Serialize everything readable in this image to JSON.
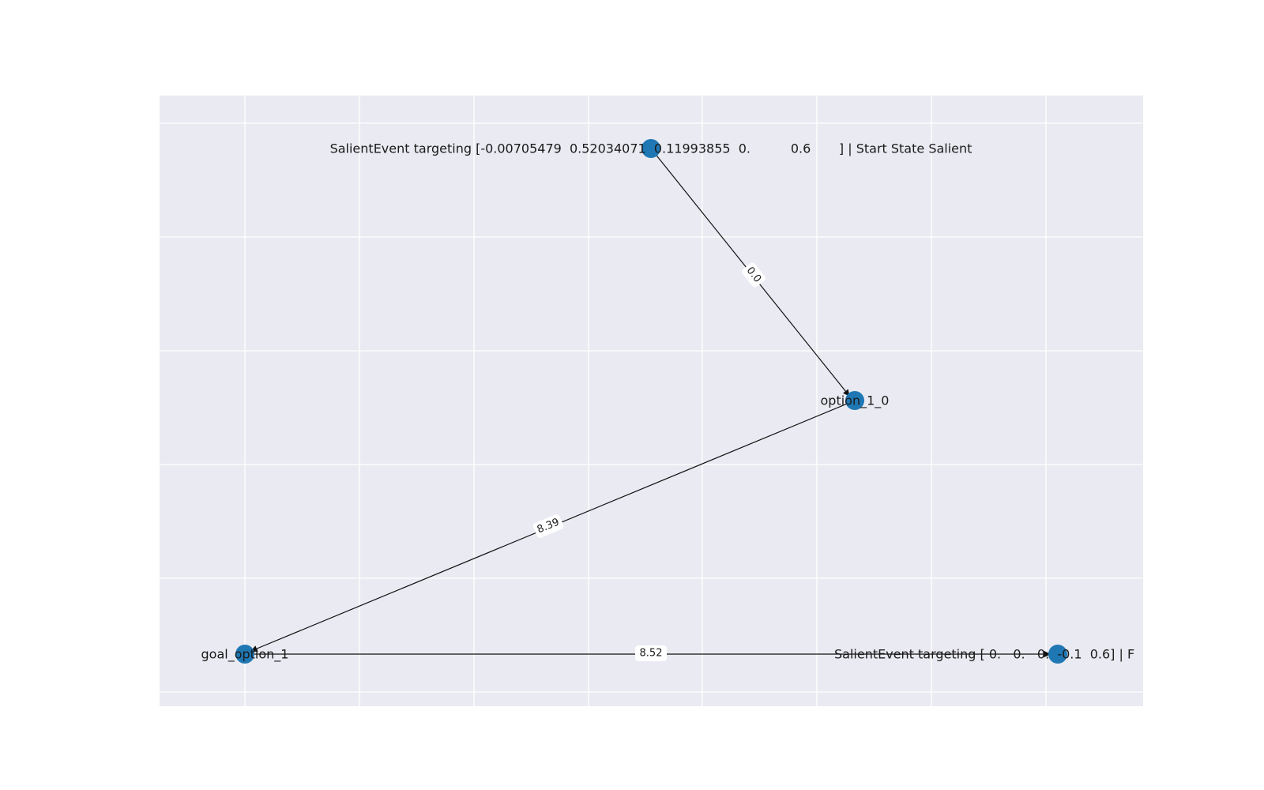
{
  "graph": {
    "nodes": [
      {
        "id": "start",
        "label": "SalientEvent targeting [-0.00705479  0.52034071  0.11993855  0.          0.6       ] | Start State Salient",
        "color": "#1f77b4"
      },
      {
        "id": "option",
        "label": "option_1_0",
        "color": "#1f77b4"
      },
      {
        "id": "goal_option",
        "label": "goal_option_1",
        "color": "#1f77b4"
      },
      {
        "id": "target",
        "label": "SalientEvent targeting [ 0.   0.   0.  -0.1  0.6] | F",
        "color": "#1f77b4"
      }
    ],
    "edges": [
      {
        "from": "start",
        "to": "option",
        "label": "0.0"
      },
      {
        "from": "option",
        "to": "goal_option",
        "label": "8.39"
      },
      {
        "from": "goal_option",
        "to": "target",
        "label": "8.52"
      }
    ],
    "background_color": "#eaeaf2",
    "grid_color": "#ffffff",
    "grid": true
  }
}
